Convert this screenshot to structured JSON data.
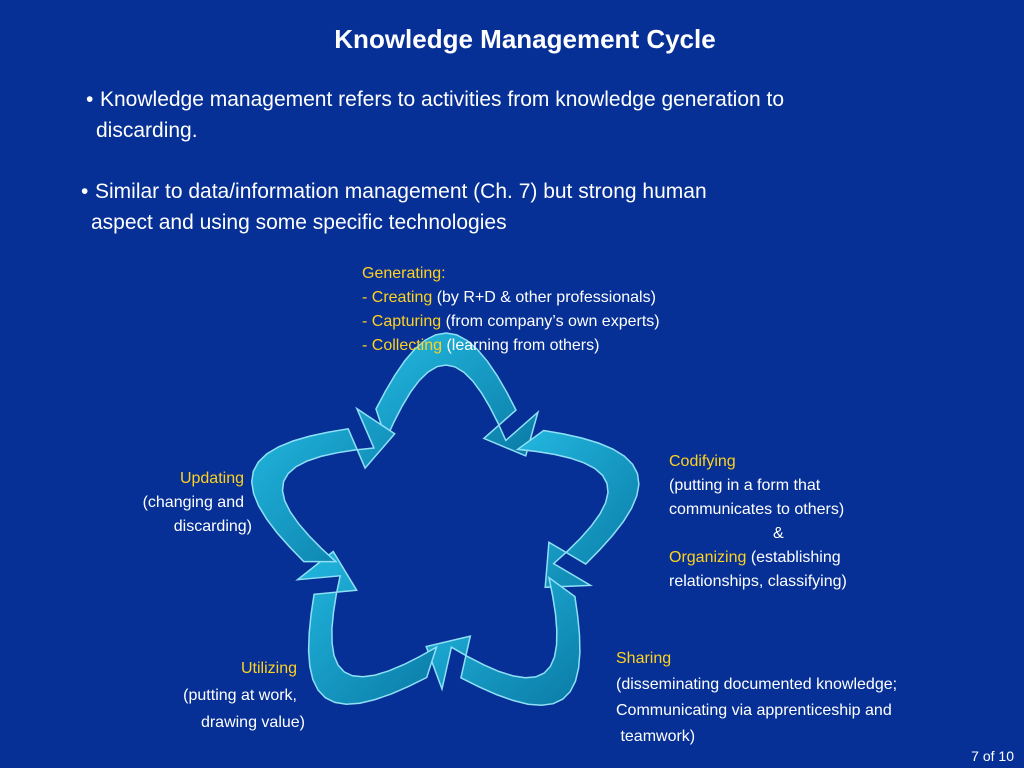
{
  "slide": {
    "title": "Knowledge Management Cycle",
    "page_indicator": "7 of 10"
  },
  "bullets": [
    {
      "marker": "•",
      "line1": "Knowledge management refers to activities from knowledge generation to",
      "line2": "discarding."
    },
    {
      "marker": "•",
      "line1": "Similar to data/information management (Ch. 7) but strong human",
      "line2": "aspect and using some specific technologies"
    }
  ],
  "stages": {
    "generating": {
      "heading": "Generating:",
      "items": [
        {
          "term": "- Creating",
          "desc": " (by R+D & other professionals)"
        },
        {
          "term": "- Capturing",
          "desc": " (from company’s own experts)"
        },
        {
          "term": "- Collecting",
          "desc": " (learning from others)"
        }
      ]
    },
    "codifying": {
      "heading": "Codifying",
      "line1": "(putting in a form that",
      "line2": "communicates to others)",
      "amp": "&",
      "term2": "Organizing",
      "line3": " (establishing",
      "line4": "relationships, classifying)"
    },
    "sharing": {
      "heading": "Sharing",
      "line1": "(disseminating documented knowledge;",
      "line2": "Communicating via apprenticeship and",
      "line3": " teamwork)"
    },
    "utilizing": {
      "heading": "Utilizing",
      "line1": "(putting at work,",
      "line2": "drawing value)"
    },
    "updating": {
      "heading": "Updating",
      "line1": "(changing and",
      "line2": "discarding)"
    }
  },
  "colors": {
    "background": "#063096",
    "highlight": "#ffd21f",
    "arrow_fill": "#12a3cf",
    "arrow_shade": "#0a7ba6"
  }
}
